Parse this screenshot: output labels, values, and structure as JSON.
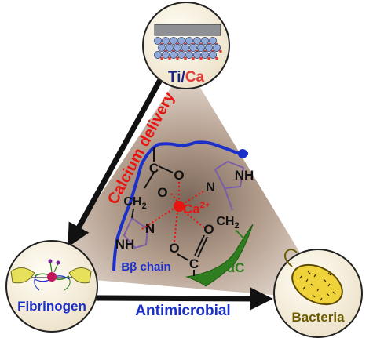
{
  "nodes": {
    "top": {
      "label_a": "Ti",
      "label_sep": "/",
      "label_b": "Ca",
      "color_a": "#1a237e",
      "color_b": "#e53935"
    },
    "left": {
      "label": "Fibrinogen",
      "color": "#1b2fc9"
    },
    "right": {
      "label": "Bacteria",
      "color": "#6b5a00"
    }
  },
  "edges": {
    "calcium": {
      "label": "Calcium delivery",
      "color": "#e8140f"
    },
    "antimicrobial": {
      "label": "Antimicrobial",
      "color": "#1b2fc9"
    }
  },
  "complex": {
    "ion": "Ca",
    "charge": "2+",
    "ion_color": "#e8140f",
    "bb_label": "Bβ chain",
    "bb_color": "#1b2fc9",
    "ac_label": "αC",
    "ac_color": "#2e7d1e",
    "ring_color": "#7b5ea7",
    "atoms": {
      "c1": "C",
      "o1": "O",
      "o2": "O",
      "c2": "C",
      "o3": "O",
      "o4": "O",
      "n1": "N",
      "nh1": "NH",
      "n2": "N",
      "nh2": "NH",
      "ch2_left": "CH",
      "ch2_left_sub": "2",
      "ch2_right": "CH",
      "ch2_right_sub": "2"
    }
  }
}
